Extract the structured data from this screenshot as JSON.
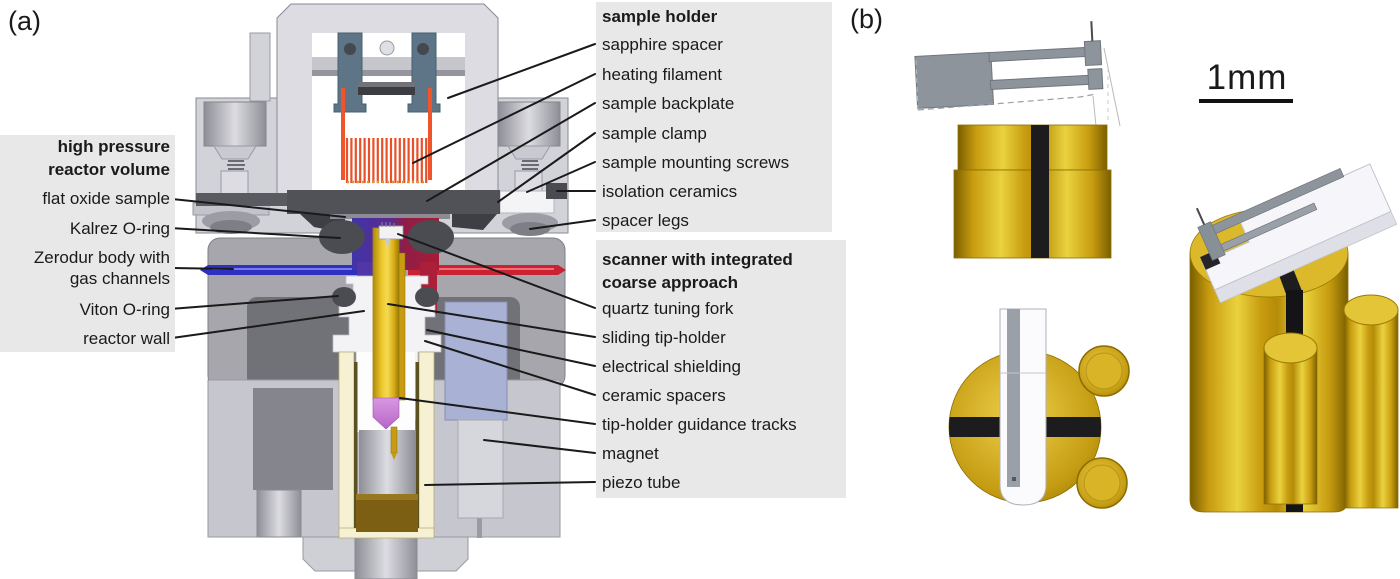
{
  "figure": {
    "panel_a_label": "(a)",
    "panel_b_label": "(b)",
    "scale_bar_label": "1mm"
  },
  "label_groups": {
    "high_pressure_reactor": {
      "title": "high pressure\nreactor volume",
      "items": [
        "flat oxide sample",
        "Kalrez O-ring",
        "Zerodur body with\ngas channels",
        "Viton O-ring",
        "reactor wall"
      ]
    },
    "sample_holder": {
      "title": "sample holder",
      "items": [
        "sapphire spacer",
        "heating filament",
        "sample backplate",
        "sample clamp",
        "sample mounting screws",
        "isolation ceramics",
        "spacer legs"
      ]
    },
    "scanner": {
      "title": "scanner with integrated\ncoarse approach",
      "items": [
        "quartz tuning fork",
        "sliding tip-holder",
        "electrical shielding",
        "ceramic spacers",
        "tip-holder guidance tracks",
        "magnet",
        "piezo tube"
      ]
    }
  },
  "colors": {
    "label_panel_bg": "#e8e8e9",
    "heating_filament": "#e8502a",
    "gas_channel_blue": "#2f2fc0",
    "gas_channel_red": "#c92333",
    "magnet_blue_gray": "#a9b2d5",
    "piezo_cream": "#f6f1d2",
    "ceramic_pink": "#c883d6",
    "oring_dark": "#4b4b52",
    "gold_part": "#d7ad15"
  }
}
